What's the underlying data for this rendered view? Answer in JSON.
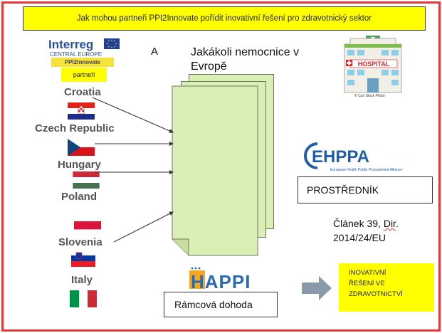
{
  "title": "Jak mohou partneři PPI2Innovate pořídit inovativní řešení pro zdravotnický sektor",
  "interreg": {
    "name": "Interreg",
    "region": "CENTRAL EUROPE",
    "project": "PPI2Innovate",
    "partners_label": "partneři"
  },
  "countries": [
    {
      "name": "Croatia",
      "flag": "croatia-flag"
    },
    {
      "name": "Czech Republic",
      "flag": "czech-flag"
    },
    {
      "name": "Hungary",
      "flag": "hungary-flag"
    },
    {
      "name": "Poland",
      "flag": "poland-flag"
    },
    {
      "name": "Slovenia",
      "flag": "slovenia-flag"
    },
    {
      "name": "Italy",
      "flag": "italy-flag"
    }
  ],
  "letter_a": "A",
  "hospital_label": "Jakákoli nemocnice v Evropě",
  "hospital_sign": "HOSPITAL",
  "hospital_caption": "© Can Stock Photo",
  "ehppa": {
    "name": "EHPPA",
    "subtitle": "European Health Public Procurement Alliance"
  },
  "intermediary": "PROSTŘEDNÍK",
  "article": {
    "line1_prefix": "Článek 39, ",
    "line1_dir": "Dir",
    "line1_suffix": ".",
    "line2": "2014/24/EU"
  },
  "happi": "HAPPI",
  "framework": "Rámcová dohoda",
  "solutions": [
    "INOVATIVNÍ",
    "ŘEŠENÍ VE",
    "ZDRAVOTNICTVÍ"
  ],
  "colors": {
    "frame": "#e03a3a",
    "highlight": "#ffff00",
    "document": "#d9efb5",
    "arrow": "#8a9aa8"
  }
}
